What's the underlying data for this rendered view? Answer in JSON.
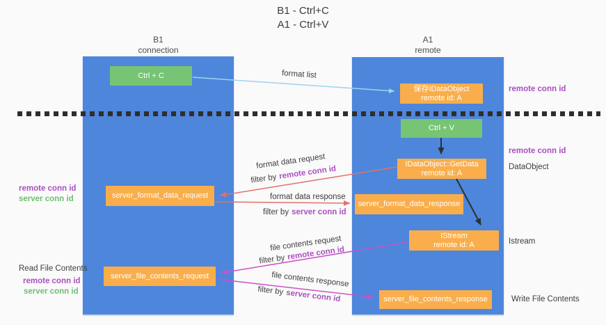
{
  "title": {
    "line1": "B1 - Ctrl+C",
    "line2": "A1 - Ctrl+V"
  },
  "columns": {
    "left": {
      "name": "B1",
      "subtitle": "connection"
    },
    "right": {
      "name": "A1",
      "subtitle": "remote"
    }
  },
  "boxes": {
    "ctrl_c": {
      "label": "Ctrl + C"
    },
    "ctrl_v": {
      "label": "Ctrl + V"
    },
    "save_dataobject": {
      "line1": "保存IDataObject",
      "line2": "remote id: A"
    },
    "getdata": {
      "line1": "IDataObject::GetData",
      "line2": "remote id: A"
    },
    "istream": {
      "line1": "IStream",
      "line2": "remote id: A"
    },
    "server_format_data_request": {
      "label": "server_format_data_request"
    },
    "server_format_data_response": {
      "label": "server_format_data_response"
    },
    "server_file_contents_request": {
      "label": "server_file_contents_request"
    },
    "server_file_contents_response": {
      "label": "server_file_contents_response"
    }
  },
  "flow_labels": {
    "format_list": "format list",
    "format_data_request": "format data request",
    "format_data_response": "format data response",
    "file_contents_request": "file contents request",
    "file_contents_response": "file contents response",
    "filter_by": "filter by",
    "remote_conn_id": "remote conn id",
    "server_conn_id": "server conn id"
  },
  "side_labels": {
    "right_remote_conn_id_top": "remote conn id",
    "right_remote_conn_id_mid": "remote conn id",
    "dataobject": "DataObject",
    "istream": "Istream",
    "write_file_contents": "Write File Contents",
    "left_remote_conn_id_mid": "remote conn id",
    "left_server_conn_id_mid": "server conn id",
    "read_file_contents": "Read File Contents",
    "left_remote_conn_id_bottom": "remote conn id",
    "left_server_conn_id_bottom": "server conn id"
  },
  "colors": {
    "column_blue": "#4e86db",
    "box_green": "#77c475",
    "box_orange": "#f9ae4b",
    "arrow_light_blue": "#a0d2f0",
    "arrow_red": "#e66e6e",
    "arrow_magenta": "#cd50c8",
    "arrow_black": "#2f2f2f",
    "text_purple": "#aa50be",
    "text_green": "#6ebe6e"
  }
}
